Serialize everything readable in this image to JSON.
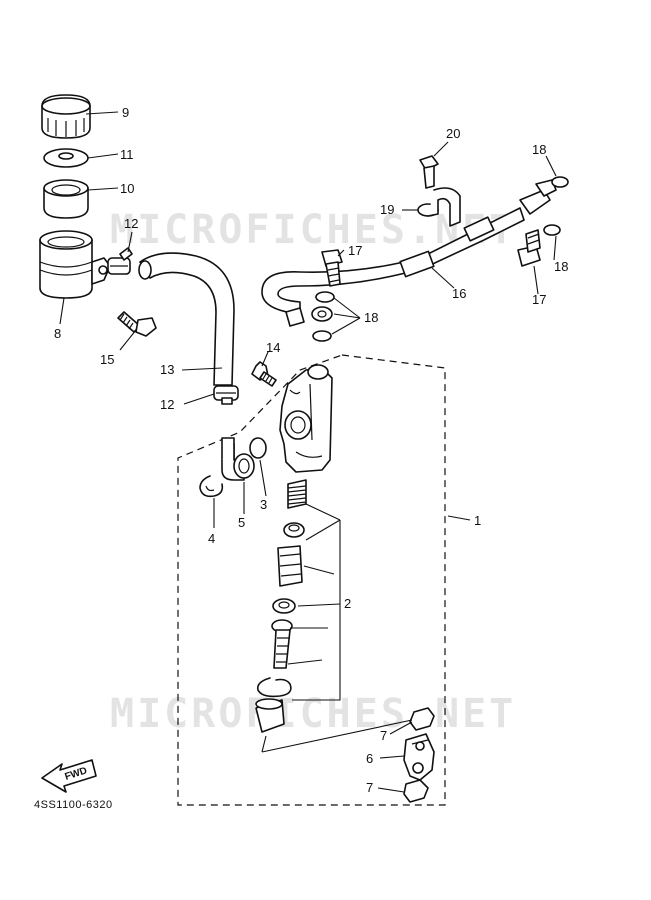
{
  "watermark_text": "MICROFICHES.NET",
  "diagram_code": "4SS1100-6320",
  "fwd_label": "FWD",
  "callouts": [
    {
      "id": "c9",
      "label": "9"
    },
    {
      "id": "c11",
      "label": "11"
    },
    {
      "id": "c10",
      "label": "10"
    },
    {
      "id": "c12a",
      "label": "12"
    },
    {
      "id": "c8",
      "label": "8"
    },
    {
      "id": "c15",
      "label": "15"
    },
    {
      "id": "c13",
      "label": "13"
    },
    {
      "id": "c14",
      "label": "14"
    },
    {
      "id": "c12b",
      "label": "12"
    },
    {
      "id": "c20",
      "label": "20"
    },
    {
      "id": "c19",
      "label": "19"
    },
    {
      "id": "c18a",
      "label": "18"
    },
    {
      "id": "c17a",
      "label": "17"
    },
    {
      "id": "c16",
      "label": "16"
    },
    {
      "id": "c18b",
      "label": "18"
    },
    {
      "id": "c17b",
      "label": "17"
    },
    {
      "id": "c18c",
      "label": "18"
    },
    {
      "id": "c3",
      "label": "3"
    },
    {
      "id": "c5",
      "label": "5"
    },
    {
      "id": "c4",
      "label": "4"
    },
    {
      "id": "c1",
      "label": "1"
    },
    {
      "id": "c2",
      "label": "2"
    },
    {
      "id": "c7a",
      "label": "7"
    },
    {
      "id": "c6",
      "label": "6"
    },
    {
      "id": "c7b",
      "label": "7"
    }
  ]
}
